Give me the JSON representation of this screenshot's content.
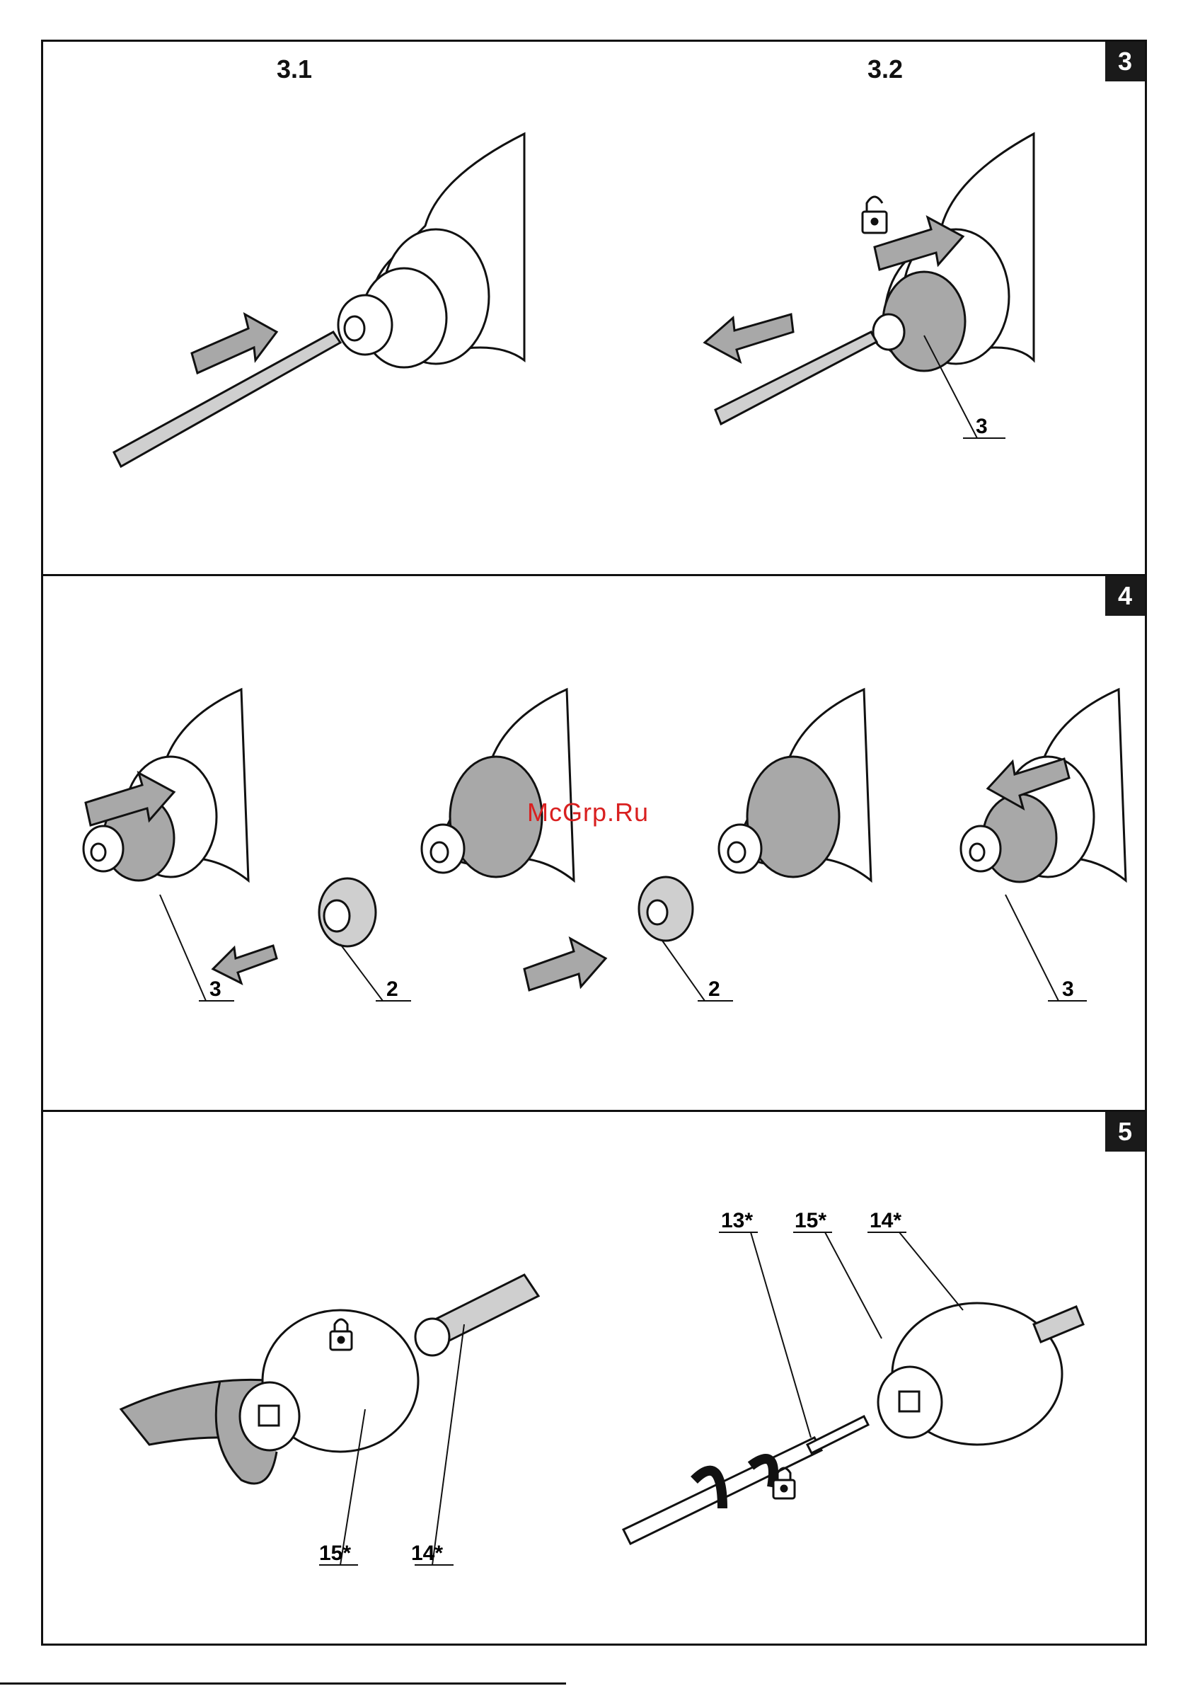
{
  "panels": [
    {
      "badge": "3",
      "steps": [
        "3.1",
        "3.2"
      ],
      "callouts": [
        "3"
      ]
    },
    {
      "badge": "4",
      "callouts": [
        "3",
        "2",
        "2",
        "3"
      ]
    },
    {
      "badge": "5",
      "callouts": [
        "15*",
        "14*",
        "13*",
        "15*",
        "14*"
      ]
    }
  ],
  "watermark": "McGrp.Ru",
  "icons": [
    "padlock-open-icon",
    "padlock-closed-icon",
    "arrow-icon"
  ],
  "colors": {
    "line": "#111111",
    "fill_gray": "#a8a8a8",
    "watermark": "#d92020"
  }
}
